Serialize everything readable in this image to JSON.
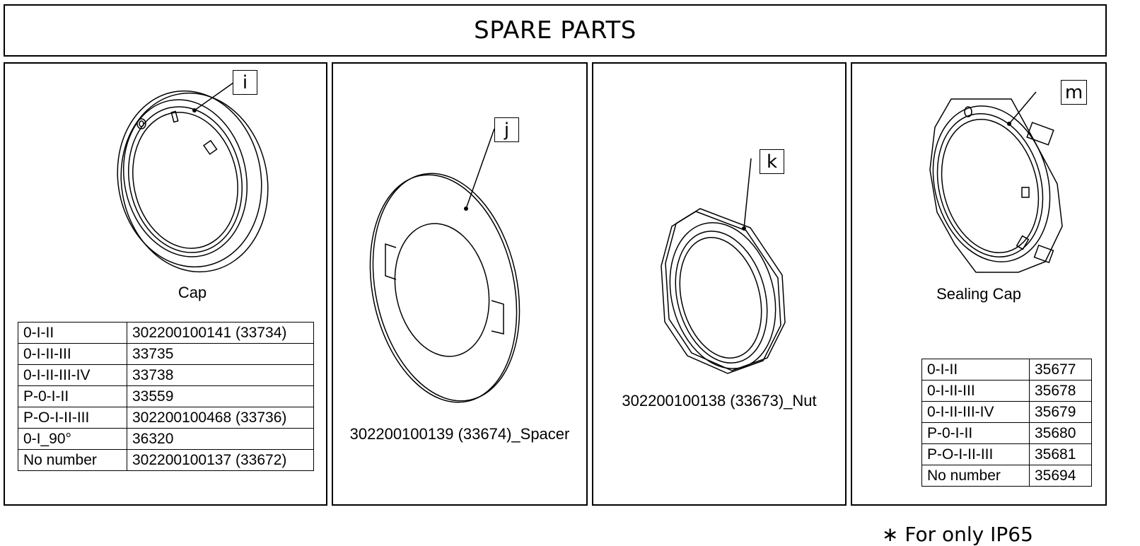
{
  "header": {
    "title": "SPARE PARTS"
  },
  "parts": [
    {
      "tag": "i",
      "label": "Cap",
      "table": [
        [
          "0-I-II",
          "302200100141 (33734)"
        ],
        [
          "0-I-II-III",
          "33735"
        ],
        [
          "0-I-II-III-IV",
          "33738"
        ],
        [
          "P-0-I-II",
          "33559"
        ],
        [
          "P-O-I-II-III",
          "302200100468 (33736)"
        ],
        [
          "0-I_90°",
          "36320"
        ],
        [
          "No number",
          "302200100137 (33672)"
        ]
      ]
    },
    {
      "tag": "j",
      "label": "302200100139 (33674)_Spacer"
    },
    {
      "tag": "k",
      "label": "302200100138 (33673)_Nut"
    },
    {
      "tag": "m",
      "label": "Sealing Cap",
      "table": [
        [
          "0-I-II",
          "35677"
        ],
        [
          "0-I-II-III",
          "35678"
        ],
        [
          "0-I-II-III-IV",
          "35679"
        ],
        [
          "P-0-I-II",
          "35680"
        ],
        [
          "P-O-I-II-III",
          "35681"
        ],
        [
          "No number",
          "35694"
        ]
      ]
    }
  ],
  "footnote": "∗ For only IP65"
}
